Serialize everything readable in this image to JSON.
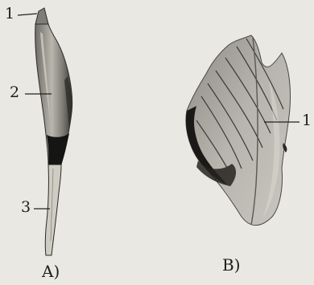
{
  "panel_a": {
    "label": "A)",
    "parts": [
      {
        "number": "1"
      },
      {
        "number": "2"
      },
      {
        "number": "3"
      }
    ]
  },
  "panel_b": {
    "label": "B)",
    "parts": [
      {
        "number": "1"
      }
    ]
  }
}
